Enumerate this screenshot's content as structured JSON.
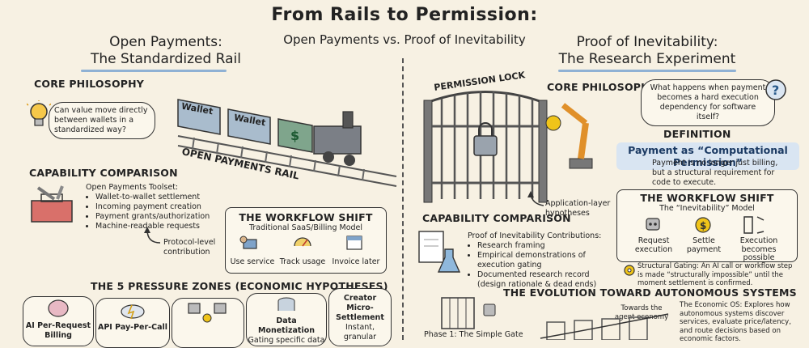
{
  "title": "From Rails to Permission:",
  "subtitle": "Open Payments vs. Proof of Inevitability",
  "left": {
    "heading_line1": "Open Payments:",
    "heading_line2": "The Standardized Rail",
    "core_philosophy": "CORE PHILOSOPHY",
    "question": "Can value move directly between wallets in a standardized way?",
    "train_car1": "Wallet",
    "train_car2": "Wallet",
    "train_car3": "$",
    "rail_label": "OPEN PAYMENTS RAIL",
    "capability": "CAPABILITY COMPARISON",
    "toolset_title": "Open Payments Toolset:",
    "toolset": [
      "Wallet-to-wallet settlement",
      "Incoming payment creation",
      "Payment grants/authorization",
      "Machine-readable requests"
    ],
    "protocol_note": "Protocol-level contribution",
    "workflow_title": "THE WORKFLOW SHIFT",
    "workflow_sub": "Traditional SaaS/Billing Model",
    "workflow_steps": [
      "Use service",
      "Track usage",
      "Invoice later"
    ],
    "pressure_title": "THE 5 PRESSURE ZONES (ECONOMIC HYPOTHESES)",
    "zones": [
      {
        "label": "AI Per-Request Billing"
      },
      {
        "label": "API Pay-Per-Call"
      },
      {
        "label": ""
      },
      {
        "label": "Data Monetization",
        "sub": "Gating specific data"
      },
      {
        "label": "Creator Micro-Settlement",
        "sub": "Instant, granular"
      }
    ]
  },
  "right": {
    "heading_line1": "Proof of Inevitability:",
    "heading_line2": "The Research Experiment",
    "lock_label": "PERMISSION LOCK",
    "core_philosophy": "CORE PHILOSOPHY",
    "question": "What happens when payment becomes a hard execution dependency for software itself?",
    "definition_title": "DEFINITION",
    "definition": "Payment as “Computational Permission”",
    "definition_note": "Payment is no longer just billing, but a structural requirement for code to execute.",
    "app_note": "Application-layer hypotheses",
    "workflow_title": "THE WORKFLOW SHIFT",
    "workflow_sub": "The “Inevitability” Model",
    "workflow_steps": [
      "Request execution",
      "Settle payment",
      "Execution becomes possible"
    ],
    "gating_note": "Structural Gating: An AI call or workflow step is made “structurally impossible” until the moment settlement is confirmed.",
    "capability": "CAPABILITY COMPARISON",
    "contrib_title": "Proof of Inevitability Contributions:",
    "contribs": [
      "Research framing",
      "Empirical demonstrations of execution gating",
      "Documented research record (design rationale & dead ends)"
    ],
    "evolution_title": "THE EVOLUTION TOWARD AUTONOMOUS SYSTEMS",
    "phase1": "Phase 1: The Simple Gate",
    "towards": "Towards the agent economy",
    "economic_os": "The Economic OS: Explores how autonomous systems discover services, evaluate price/latency, and route decisions based on economic factors."
  }
}
